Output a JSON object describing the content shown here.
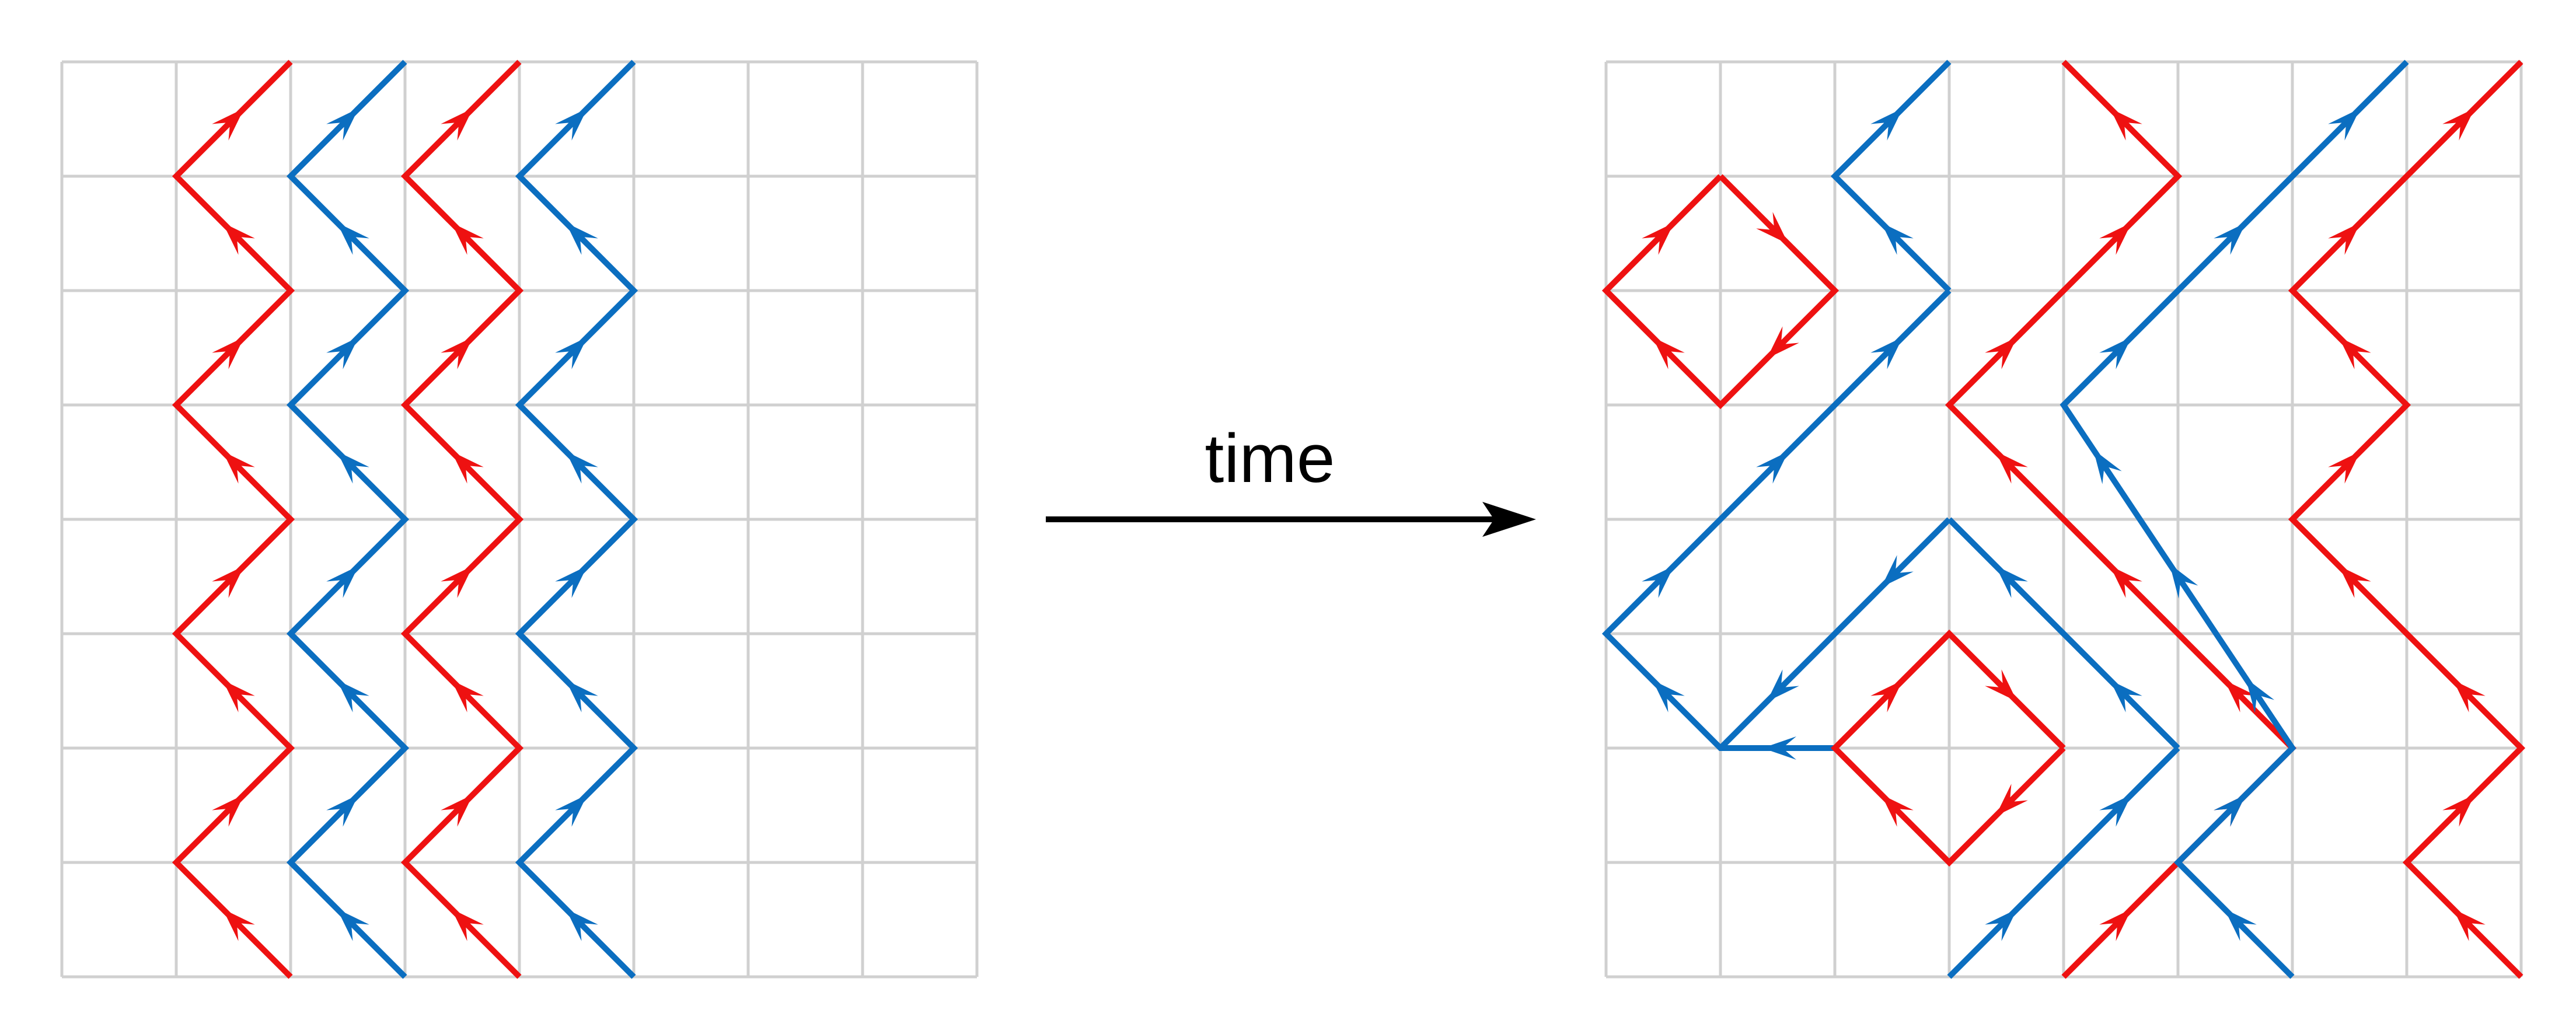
{
  "arrow_label": "time",
  "colors": {
    "grid": "#d0d0d0",
    "red": "#ee1111",
    "blue": "#0b6ec0",
    "arrow": "#000000"
  },
  "panels": [
    {
      "id": "before",
      "cols": 8,
      "rows": 8,
      "paths": [
        {
          "color": "red",
          "pts": [
            [
              2,
              8
            ],
            [
              1,
              7
            ],
            [
              2,
              6
            ],
            [
              1,
              5
            ],
            [
              2,
              4
            ],
            [
              1,
              3
            ],
            [
              2,
              2
            ],
            [
              1,
              1
            ],
            [
              2,
              0
            ]
          ]
        },
        {
          "color": "blue",
          "pts": [
            [
              3,
              8
            ],
            [
              2,
              7
            ],
            [
              3,
              6
            ],
            [
              2,
              5
            ],
            [
              3,
              4
            ],
            [
              2,
              3
            ],
            [
              3,
              2
            ],
            [
              2,
              1
            ],
            [
              3,
              0
            ]
          ]
        },
        {
          "color": "red",
          "pts": [
            [
              4,
              8
            ],
            [
              3,
              7
            ],
            [
              4,
              6
            ],
            [
              3,
              5
            ],
            [
              4,
              4
            ],
            [
              3,
              3
            ],
            [
              4,
              2
            ],
            [
              3,
              1
            ],
            [
              4,
              0
            ]
          ]
        },
        {
          "color": "blue",
          "pts": [
            [
              5,
              8
            ],
            [
              4,
              7
            ],
            [
              5,
              6
            ],
            [
              4,
              5
            ],
            [
              5,
              4
            ],
            [
              4,
              3
            ],
            [
              5,
              2
            ],
            [
              4,
              1
            ],
            [
              5,
              0
            ]
          ]
        }
      ]
    },
    {
      "id": "after",
      "cols": 8,
      "rows": 8,
      "paths": [
        {
          "color": "red",
          "pts": [
            [
              1,
              1
            ],
            [
              2,
              2
            ],
            [
              1,
              3
            ],
            [
              0,
              2
            ],
            [
              1,
              1
            ]
          ]
        },
        {
          "color": "blue",
          "pts": [
            [
              3,
              2
            ],
            [
              2,
              1
            ],
            [
              3,
              0
            ]
          ]
        },
        {
          "color": "blue",
          "pts": [
            [
              2,
              6
            ],
            [
              1,
              6
            ],
            [
              0,
              5
            ],
            [
              3,
              2
            ]
          ]
        },
        {
          "color": "blue",
          "pts": [
            [
              3,
              4
            ],
            [
              1,
              6
            ]
          ]
        },
        {
          "color": "blue",
          "pts": [
            [
              5,
              6
            ],
            [
              3,
              4
            ]
          ]
        },
        {
          "color": "red",
          "pts": [
            [
              4,
              6
            ],
            [
              3,
              7
            ],
            [
              2,
              6
            ],
            [
              3,
              5
            ],
            [
              4,
              6
            ]
          ]
        },
        {
          "color": "blue",
          "pts": [
            [
              3,
              8
            ],
            [
              5,
              6
            ]
          ]
        },
        {
          "color": "red",
          "pts": [
            [
              4,
              8
            ],
            [
              6,
              6
            ],
            [
              3,
              3
            ],
            [
              5,
              1
            ],
            [
              4,
              0
            ]
          ]
        },
        {
          "color": "blue",
          "pts": [
            [
              6,
              8
            ],
            [
              5,
              7
            ],
            [
              6,
              6
            ],
            [
              4,
              3
            ],
            [
              7,
              0
            ]
          ]
        },
        {
          "color": "red",
          "pts": [
            [
              8,
              8
            ],
            [
              7,
              7
            ],
            [
              8,
              6
            ],
            [
              6,
              4
            ],
            [
              7,
              3
            ],
            [
              6,
              2
            ],
            [
              8,
              0
            ]
          ]
        }
      ]
    }
  ]
}
